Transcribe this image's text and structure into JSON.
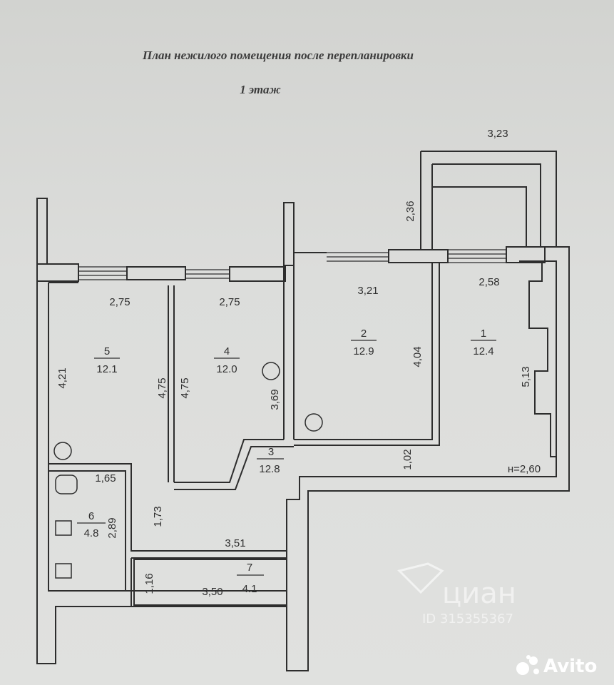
{
  "title": "План нежилого помещения после перепланировки",
  "floor": "1 этаж",
  "rooms": [
    {
      "number": "1",
      "area": "12.4"
    },
    {
      "number": "2",
      "area": "12.9"
    },
    {
      "number": "3",
      "area": "12.8"
    },
    {
      "number": "4",
      "area": "12.0"
    },
    {
      "number": "5",
      "area": "12.1"
    },
    {
      "number": "6",
      "area": "4.8"
    },
    {
      "number": "7",
      "area": "4.1"
    }
  ],
  "dimensions": {
    "d_3_23": "3,23",
    "d_2_36": "2,36",
    "d_2_75_a": "2,75",
    "d_2_75_b": "2,75",
    "d_3_21": "3,21",
    "d_2_58": "2,58",
    "d_4_21": "4,21",
    "d_4_75_a": "4,75",
    "d_4_75_b": "4,75",
    "d_3_69": "3,69",
    "d_4_04": "4,04",
    "d_5_13": "5,13",
    "d_1_02": "1,02",
    "d_1_65": "1,65",
    "d_2_89": "2,89",
    "d_1_73": "1,73",
    "d_3_51": "3,51",
    "d_1_16": "1,16",
    "d_3_50": "3,50"
  },
  "height_label": "н=2,60",
  "watermark_cian": "циан",
  "watermark_id": "ID 315355367",
  "watermark_avito": "Avito"
}
